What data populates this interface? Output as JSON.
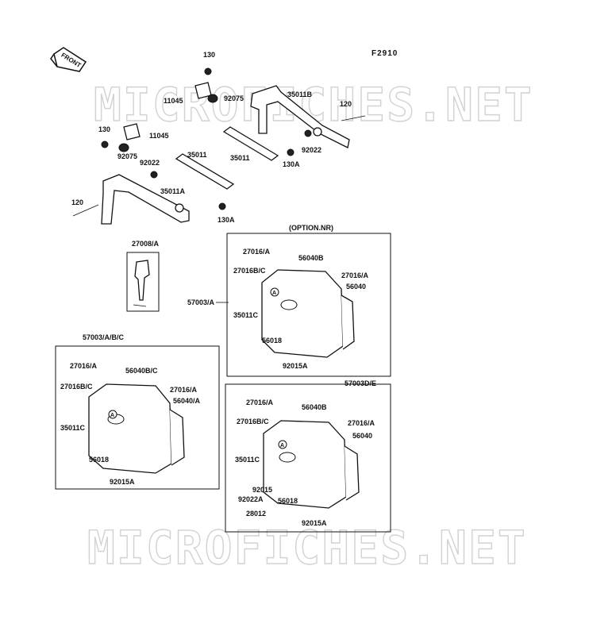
{
  "figure_code": "F2910",
  "front_label": "FRONT",
  "watermark": "MICROFICHES.NET",
  "bracket_labels": [
    "130",
    "11045",
    "92075",
    "35011B",
    "120",
    "130",
    "11045",
    "92075",
    "92022",
    "35011",
    "35011",
    "130A",
    "92022",
    "35011A",
    "120",
    "130A"
  ],
  "key_label": "27008/A",
  "option_label": "(OPTION.NR)",
  "case_nr": {
    "title": "57003/A",
    "labels": [
      "27016/A",
      "56040B",
      "27016B/C",
      "27016/A",
      "56040",
      "35011C",
      "56018",
      "92015A"
    ],
    "marker": "A"
  },
  "case_left": {
    "title": "57003/A/B/C",
    "labels": [
      "27016/A",
      "56040B/C",
      "27016B/C",
      "27016/A",
      "56040/A",
      "35011C",
      "56018",
      "92015A"
    ],
    "marker": "A"
  },
  "case_right": {
    "title": "57003D/E",
    "labels": [
      "27016/A",
      "56040B",
      "27016B/C",
      "27016/A",
      "56040",
      "35011C",
      "92015",
      "92022A",
      "56018",
      "28012",
      "92015A"
    ],
    "marker": "A"
  }
}
